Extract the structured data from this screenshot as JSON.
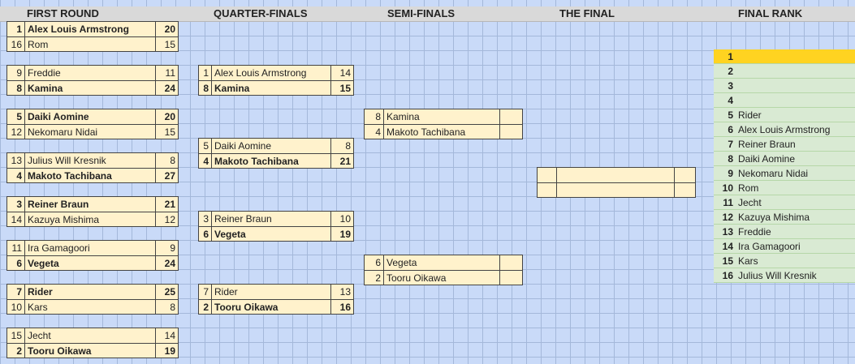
{
  "headers": {
    "first_round": "FIRST ROUND",
    "quarter_finals": "QUARTER-FINALS",
    "semi_finals": "SEMI-FINALS",
    "the_final": "THE FINAL",
    "final_rank": "FINAL RANK"
  },
  "first_round": [
    {
      "a": {
        "seed": "1",
        "name": "Alex Louis Armstrong",
        "score": "20",
        "win": true
      },
      "b": {
        "seed": "16",
        "name": "Rom",
        "score": "15",
        "win": false
      }
    },
    {
      "a": {
        "seed": "9",
        "name": "Freddie",
        "score": "11",
        "win": false
      },
      "b": {
        "seed": "8",
        "name": "Kamina",
        "score": "24",
        "win": true
      }
    },
    {
      "a": {
        "seed": "5",
        "name": "Daiki Aomine",
        "score": "20",
        "win": true
      },
      "b": {
        "seed": "12",
        "name": "Nekomaru Nidai",
        "score": "15",
        "win": false
      }
    },
    {
      "a": {
        "seed": "13",
        "name": "Julius Will Kresnik",
        "score": "8",
        "win": false
      },
      "b": {
        "seed": "4",
        "name": "Makoto Tachibana",
        "score": "27",
        "win": true
      }
    },
    {
      "a": {
        "seed": "3",
        "name": "Reiner Braun",
        "score": "21",
        "win": true
      },
      "b": {
        "seed": "14",
        "name": "Kazuya Mishima",
        "score": "12",
        "win": false
      }
    },
    {
      "a": {
        "seed": "11",
        "name": "Ira Gamagoori",
        "score": "9",
        "win": false
      },
      "b": {
        "seed": "6",
        "name": "Vegeta",
        "score": "24",
        "win": true
      }
    },
    {
      "a": {
        "seed": "7",
        "name": "Rider",
        "score": "25",
        "win": true
      },
      "b": {
        "seed": "10",
        "name": "Kars",
        "score": "8",
        "win": false
      }
    },
    {
      "a": {
        "seed": "15",
        "name": "Jecht",
        "score": "14",
        "win": false
      },
      "b": {
        "seed": "2",
        "name": "Tooru Oikawa",
        "score": "19",
        "win": true
      }
    }
  ],
  "quarter_finals": [
    {
      "a": {
        "seed": "1",
        "name": "Alex Louis Armstrong",
        "score": "14",
        "win": false
      },
      "b": {
        "seed": "8",
        "name": "Kamina",
        "score": "15",
        "win": true
      }
    },
    {
      "a": {
        "seed": "5",
        "name": "Daiki Aomine",
        "score": "8",
        "win": false
      },
      "b": {
        "seed": "4",
        "name": "Makoto Tachibana",
        "score": "21",
        "win": true
      }
    },
    {
      "a": {
        "seed": "3",
        "name": "Reiner Braun",
        "score": "10",
        "win": false
      },
      "b": {
        "seed": "6",
        "name": "Vegeta",
        "score": "19",
        "win": true
      }
    },
    {
      "a": {
        "seed": "7",
        "name": "Rider",
        "score": "13",
        "win": false
      },
      "b": {
        "seed": "2",
        "name": "Tooru Oikawa",
        "score": "16",
        "win": true
      }
    }
  ],
  "semi_finals": [
    {
      "a": {
        "seed": "8",
        "name": "Kamina",
        "score": "",
        "win": false
      },
      "b": {
        "seed": "4",
        "name": "Makoto Tachibana",
        "score": "",
        "win": false
      }
    },
    {
      "a": {
        "seed": "6",
        "name": "Vegeta",
        "score": "",
        "win": false
      },
      "b": {
        "seed": "2",
        "name": "Tooru Oikawa",
        "score": "",
        "win": false
      }
    }
  ],
  "final": [
    {
      "a": {
        "seed": "",
        "name": "",
        "score": "",
        "win": false
      },
      "b": {
        "seed": "",
        "name": "",
        "score": "",
        "win": false
      }
    }
  ],
  "final_rank": [
    {
      "rank": "1",
      "name": ""
    },
    {
      "rank": "2",
      "name": ""
    },
    {
      "rank": "3",
      "name": ""
    },
    {
      "rank": "4",
      "name": ""
    },
    {
      "rank": "5",
      "name": "Rider"
    },
    {
      "rank": "6",
      "name": "Alex Louis Armstrong"
    },
    {
      "rank": "7",
      "name": "Reiner Braun"
    },
    {
      "rank": "8",
      "name": "Daiki Aomine"
    },
    {
      "rank": "9",
      "name": "Nekomaru Nidai"
    },
    {
      "rank": "10",
      "name": "Rom"
    },
    {
      "rank": "11",
      "name": "Jecht"
    },
    {
      "rank": "12",
      "name": "Kazuya Mishima"
    },
    {
      "rank": "13",
      "name": "Freddie"
    },
    {
      "rank": "14",
      "name": "Ira Gamagoori"
    },
    {
      "rank": "15",
      "name": "Kars"
    },
    {
      "rank": "16",
      "name": "Julius Will Kresnik"
    }
  ],
  "colors": {
    "sheet_bg": "#c9daf8",
    "match_bg": "#fff2cc",
    "rank_bg": "#d9ead3",
    "rank_first": "#ffd321",
    "header_bg": "#d9d9d9"
  }
}
